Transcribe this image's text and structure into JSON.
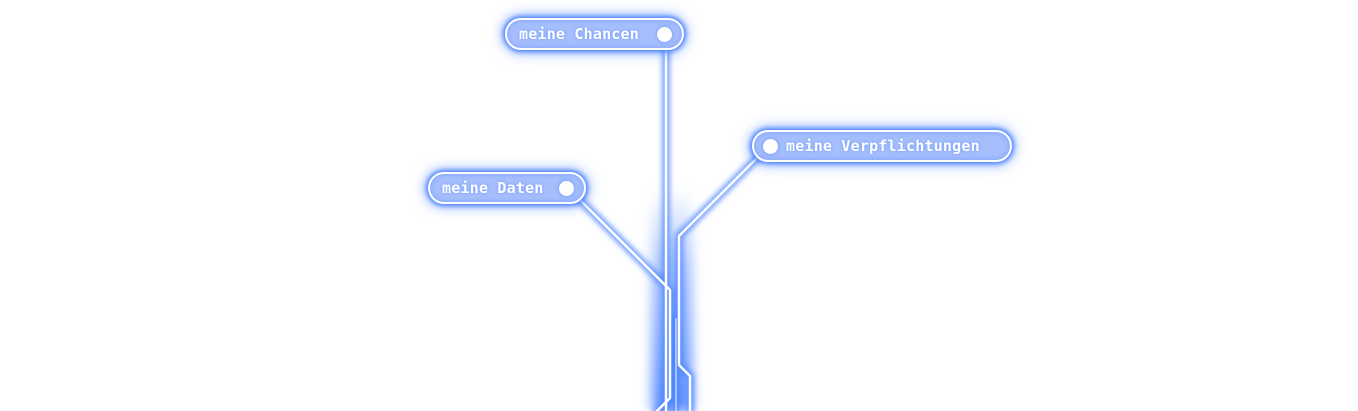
{
  "nodes": [
    {
      "id": "chancen",
      "label": "meine Chancen"
    },
    {
      "id": "daten",
      "label": "meine Daten"
    },
    {
      "id": "verpflichtungen",
      "label": "meine Verpflichtungen"
    }
  ],
  "colors": {
    "background": "#ffffff",
    "glow": "#4f86ff",
    "pill_fill": "#a6bffc",
    "line_core": "#ffffff"
  }
}
